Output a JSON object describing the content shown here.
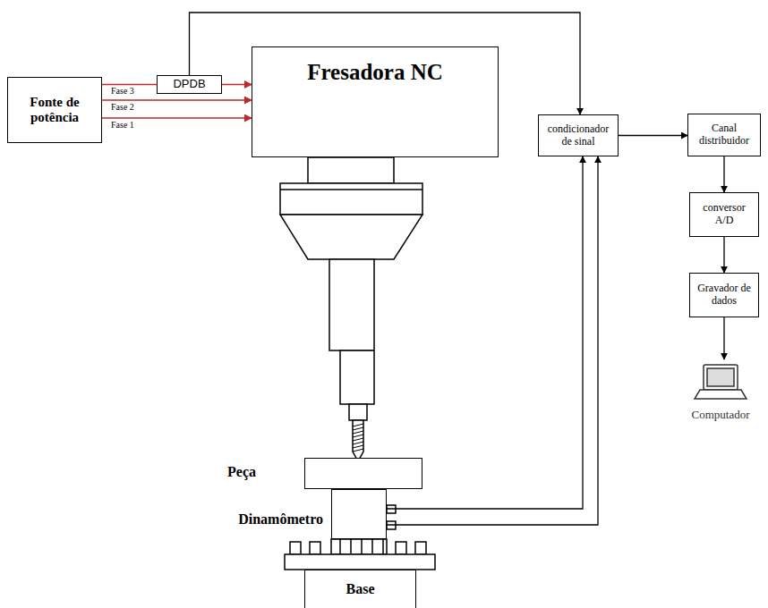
{
  "diagram": {
    "nodes": [
      {
        "text": [
          "Fonte de potência"
        ]
      },
      {
        "text": [
          "DPDB"
        ]
      },
      {
        "text": [
          "Fresadora NC"
        ]
      },
      {
        "text": [
          "condicionador de sinal"
        ]
      },
      {
        "text": [
          "Canal distribuidor"
        ]
      },
      {
        "text": [
          "conversor A/D"
        ]
      },
      {
        "text": [
          "Gravador de dados"
        ]
      },
      {
        "text": [
          "Computador"
        ]
      },
      {
        "text": [
          "Peça"
        ]
      },
      {
        "text": [
          "Dinamômetro"
        ]
      },
      {
        "text": [
          "Base"
        ]
      }
    ],
    "edges": [
      {
        "from": 0,
        "to": 1,
        "arrow": "none",
        "label": "Fase 3"
      },
      {
        "from": 1,
        "to": 2,
        "arrow": "to"
      },
      {
        "from": 0,
        "to": 2,
        "arrow": "to",
        "label": "Fase 2"
      },
      {
        "from": 0,
        "to": 2,
        "arrow": "to",
        "label": "Fase 1"
      },
      {
        "from": 1,
        "to": 3,
        "arrow": "to"
      },
      {
        "from": 9,
        "to": 3,
        "arrow": "to"
      },
      {
        "from": 9,
        "to": 3,
        "arrow": "to"
      },
      {
        "from": 3,
        "to": 4,
        "arrow": "to"
      },
      {
        "from": 4,
        "to": 5,
        "arrow": "to"
      },
      {
        "from": 5,
        "to": 6,
        "arrow": "to"
      },
      {
        "from": 6,
        "to": 7,
        "arrow": "to"
      }
    ]
  }
}
